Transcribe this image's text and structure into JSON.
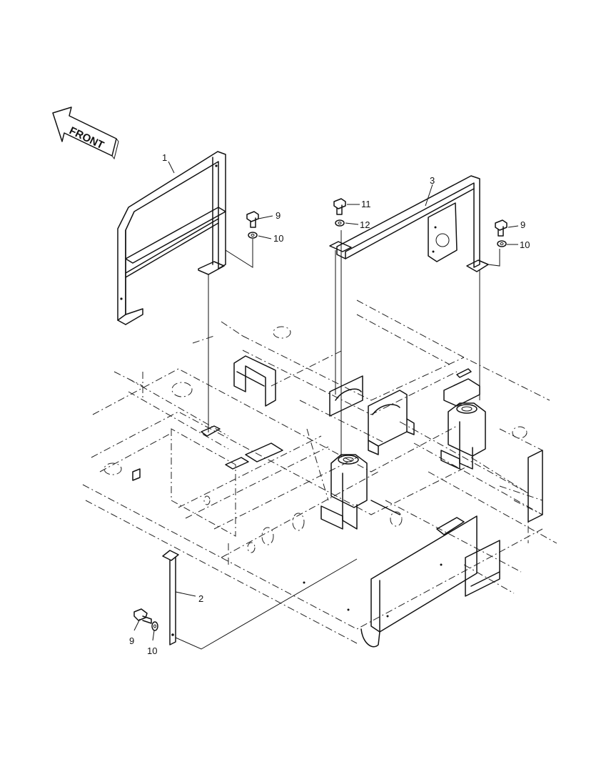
{
  "front_arrow": {
    "label": "FRONT"
  },
  "callouts": [
    {
      "id": "label-1",
      "text": "1"
    },
    {
      "id": "label-2",
      "text": "2"
    },
    {
      "id": "label-3",
      "text": "3"
    },
    {
      "id": "label-9a",
      "text": "9"
    },
    {
      "id": "label-10a",
      "text": "10"
    },
    {
      "id": "label-11",
      "text": "11"
    },
    {
      "id": "label-12",
      "text": "12"
    },
    {
      "id": "label-9b",
      "text": "9"
    },
    {
      "id": "label-10b",
      "text": "10"
    },
    {
      "id": "label-9c",
      "text": "9"
    },
    {
      "id": "label-10c",
      "text": "10"
    }
  ]
}
